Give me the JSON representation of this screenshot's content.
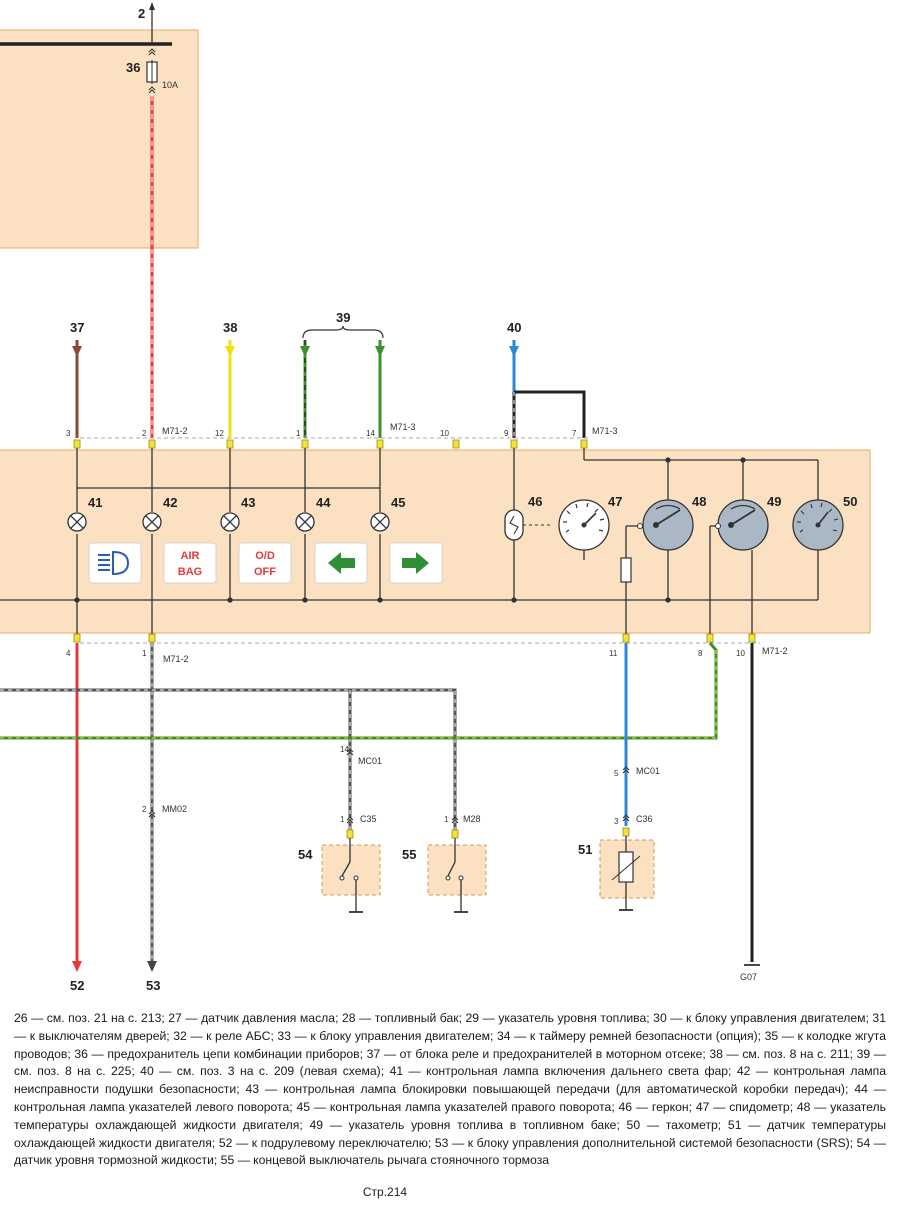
{
  "diagram": {
    "colors": {
      "panel_fill": "#fbe0c2",
      "panel_border": "#e3ab6c",
      "wire_red": "#e8393a",
      "wire_brown": "#8a4a33",
      "wire_yellow": "#f1e010",
      "wire_green": "#3f8f2f",
      "wire_blue": "#2a88d6",
      "wire_gray": "#555555",
      "wire_black": "#222222",
      "gauge_fill": "#a9b8c4",
      "warning_red": "#e8393a",
      "warning_green": "#2f8f36",
      "connector_yellow": "#f2e33a"
    },
    "labels": {
      "n2": "2",
      "n36": "36",
      "fuse_rating": "10A",
      "n37": "37",
      "n38": "38",
      "n39": "39",
      "n40": "40",
      "n41": "41",
      "n42": "42",
      "n43": "43",
      "n44": "44",
      "n45": "45",
      "n46": "46",
      "n47": "47",
      "n48": "48",
      "n49": "49",
      "n50": "50",
      "n51": "51",
      "n52": "52",
      "n53": "53",
      "n54": "54",
      "n55": "55",
      "g07": "G07"
    },
    "connectors": {
      "m71_2": "M71-2",
      "m71_3": "M71-3",
      "mc01": "MC01",
      "mm02": "MM02",
      "c35": "C35",
      "c36": "C36",
      "m28": "M28"
    },
    "pins": {
      "top_3": "3",
      "top_2": "2",
      "top_12": "12",
      "top_1": "1",
      "top_14": "14",
      "top_10": "10",
      "top_9": "9",
      "top_7": "7",
      "bot_4": "4",
      "bot_1": "1",
      "bot_11": "11",
      "bot_8": "8",
      "bot_10": "10",
      "mc01_14": "14",
      "mc01_5": "5",
      "mm02_2": "2",
      "c35_1": "1",
      "m28_1": "1",
      "c36_3": "3"
    },
    "warning_lights": {
      "air_line1": "AIR",
      "air_line2": "BAG",
      "od_line1": "O/D",
      "od_line2": "OFF"
    },
    "icons": [
      "high-beam-icon",
      "left-arrow-icon",
      "right-arrow-icon",
      "reed-switch-icon",
      "speedometer-gauge-icon",
      "temperature-gauge-icon",
      "fuel-gauge-icon",
      "tachometer-gauge-icon",
      "sensor-resistor-icon",
      "ground-icon"
    ]
  },
  "legend": {
    "text": "26 — см. поз. 21 на с. 213; 27 — датчик давления масла; 28 — топливный бак; 29 — указатель уровня топлива; 30 — к блоку управления двигателем; 31 — к выключателям дверей; 32 — к реле АБС; 33 — к блоку управления двигателем; 34 — к таймеру ремней безопасности (опция); 35 — к колодке жгута проводов; 36 — предохранитель цепи комбинации приборов; 37 — от блока реле и предохранителей в моторном отсеке; 38 — см. поз. 8 на с. 211; 39 — см. поз. 8 на с. 225; 40 — см. поз. 3 на с. 209 (левая схема); 41 — контрольная лампа включения дальнего света фар; 42 — контрольная лампа неисправности подушки безопасности; 43 — контрольная лампа блокировки повышающей передачи (для автоматической коробки передач); 44 — контрольная лампа указателей левого поворота; 45 — контрольная лампа указателей правого поворота; 46 — геркон; 47 — спидометр; 48 — указатель температуры охлаждающей жидкости двигателя; 49 — указатель уровня топлива в топливном баке; 50 — тахометр; 51 — датчик температуры охлаждающей жидкости двигателя; 52 — к подрулевому переключателю; 53 — к блоку управления дополнительной системой безопасности (SRS); 54 — датчик уровня тормозной жидкости; 55 — концевой выключатель рычага стояночного тормоза"
  },
  "page": {
    "number": "Стр.214"
  }
}
